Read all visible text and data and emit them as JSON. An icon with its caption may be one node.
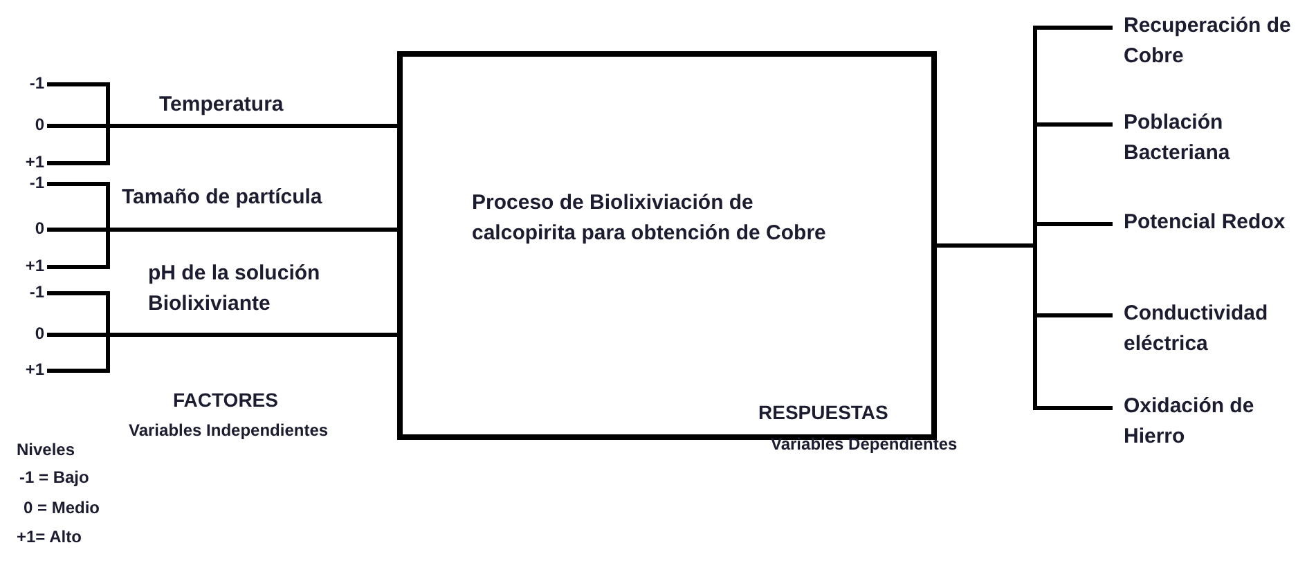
{
  "diagram": {
    "nodes": [
      {
        "text": [
          "-1"
        ]
      },
      {
        "text": [
          "0"
        ]
      },
      {
        "text": [
          "+1"
        ]
      },
      {
        "text": [
          "-1"
        ]
      },
      {
        "text": [
          "0"
        ]
      },
      {
        "text": [
          "+1"
        ]
      },
      {
        "text": [
          "-1"
        ]
      },
      {
        "text": [
          "0"
        ]
      },
      {
        "text": [
          "+1"
        ]
      },
      {
        "text": [
          "Proceso de Biolixiviación de calcopirita para obtención de Cobre"
        ]
      },
      {
        "text": [
          "Recuperación de Cobre"
        ]
      },
      {
        "text": [
          "Población Bacteriana"
        ]
      },
      {
        "text": [
          "Potencial Redox"
        ]
      },
      {
        "text": [
          "Conductividad eléctrica"
        ]
      },
      {
        "text": [
          "Oxidación de Hierro"
        ]
      }
    ],
    "edges": [
      {
        "from": 0,
        "to": 9,
        "arrow": "none"
      },
      {
        "from": 1,
        "to": 9,
        "arrow": "none",
        "label": "Temperatura"
      },
      {
        "from": 2,
        "to": 9,
        "arrow": "none"
      },
      {
        "from": 3,
        "to": 9,
        "arrow": "none"
      },
      {
        "from": 4,
        "to": 9,
        "arrow": "none",
        "label": "Tamaño de partícula"
      },
      {
        "from": 5,
        "to": 9,
        "arrow": "none"
      },
      {
        "from": 6,
        "to": 9,
        "arrow": "none"
      },
      {
        "from": 7,
        "to": 9,
        "arrow": "none",
        "label": "pH de la solución Biolixiviante"
      },
      {
        "from": 8,
        "to": 9,
        "arrow": "none"
      },
      {
        "from": 9,
        "to": 10,
        "arrow": "none"
      },
      {
        "from": 9,
        "to": 11,
        "arrow": "none"
      },
      {
        "from": 9,
        "to": 12,
        "arrow": "none"
      },
      {
        "from": 9,
        "to": 13,
        "arrow": "none"
      },
      {
        "from": 9,
        "to": 14,
        "arrow": "none"
      }
    ],
    "labels": [
      "FACTORES",
      "Variables Independientes",
      "RESPUESTAS",
      "Variables Dependientes",
      "Niveles",
      "-1 = Bajo",
      "0 = Medio",
      "+1= Alto"
    ]
  }
}
